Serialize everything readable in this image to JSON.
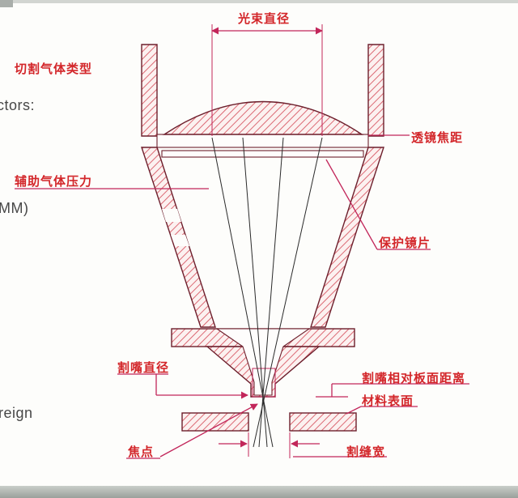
{
  "figure": {
    "description_labels": {
      "beam_diameter": "光束直径",
      "cutting_gas_type": "切割气体类型",
      "lens_focal": "透镜焦距",
      "aux_gas_pressure": "辅助气体压力",
      "protective_lens": "保护镜片",
      "nozzle_diameter": "割嘴直径",
      "nozzle_standoff": "割嘴相对板面距离",
      "material_surface": "材料表面",
      "kerf_width": "割缝宽",
      "focus": "焦点"
    },
    "margin_fragments": {
      "f1": "ctors:",
      "f2": "MM)",
      "f3": "reign"
    },
    "colors": {
      "label_text": "#d3262a",
      "leader_line": "#c2265a",
      "hatch_line": "#d85a66",
      "hatch_background": "#fcf1f0",
      "part_outline": "#6d1f2c",
      "beam_line": "#2a2a2a"
    }
  }
}
